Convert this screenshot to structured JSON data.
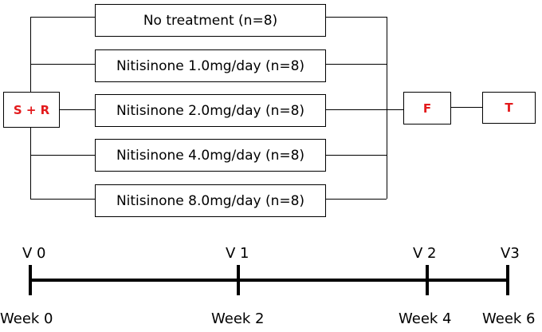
{
  "start_node": {
    "label": "S + R"
  },
  "arms": [
    {
      "label": "No treatment (n=8)"
    },
    {
      "label": "Nitisinone 1.0mg/day (n=8)"
    },
    {
      "label": "Nitisinone 2.0mg/day (n=8)"
    },
    {
      "label": "Nitisinone 4.0mg/day (n=8)"
    },
    {
      "label": "Nitisinone 8.0mg/day (n=8)"
    }
  ],
  "follow_node": {
    "label": "F"
  },
  "end_node": {
    "label": "T"
  },
  "colors": {
    "node_text": "#e31a1c",
    "line": "#000000"
  },
  "timeline": {
    "visits": [
      {
        "label": "V 0",
        "week": "Week 0"
      },
      {
        "label": "V 1",
        "week": "Week 2"
      },
      {
        "label": "V 2",
        "week": "Week 4"
      },
      {
        "label": "V3",
        "week": "Week 6"
      }
    ]
  }
}
